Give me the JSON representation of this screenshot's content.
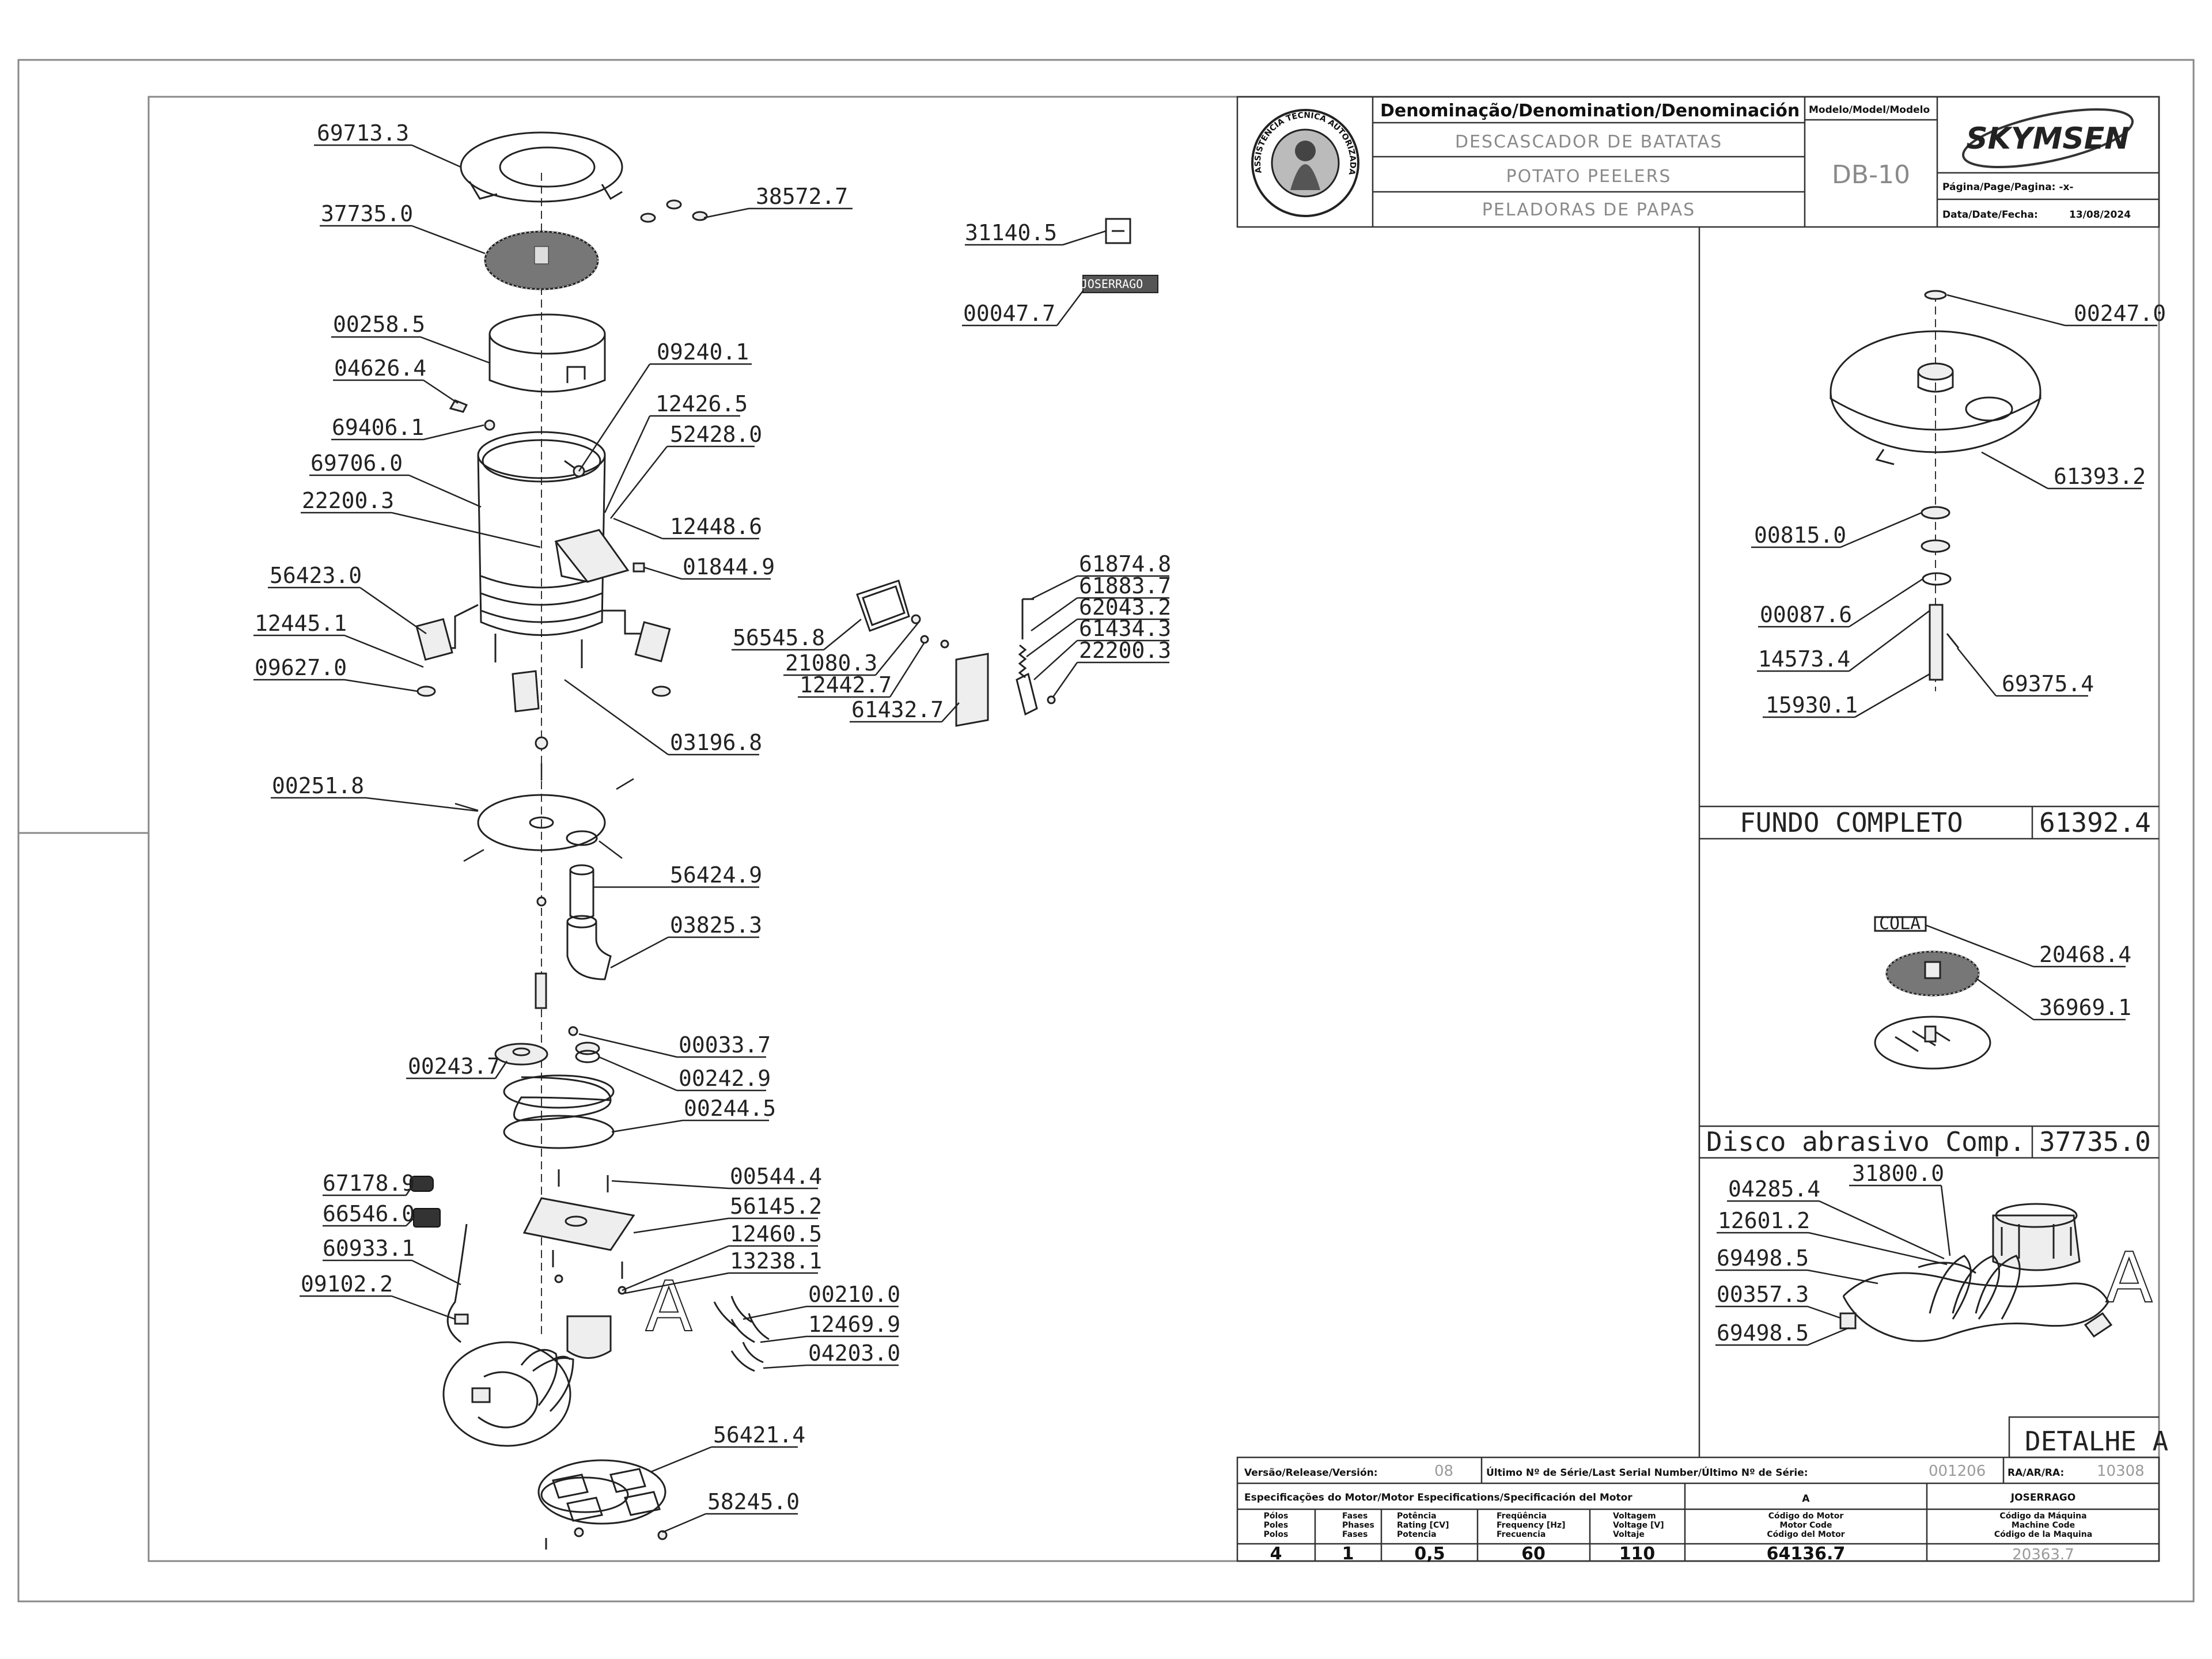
{
  "title_block": {
    "denomination_header": "Denominação/Denomination/Denominación",
    "name_pt": "DESCASCADOR DE BATATAS",
    "name_en": "POTATO PEELERS",
    "name_es": "PELADORAS DE PAPAS",
    "model_header": "Modelo/Model/Modelo",
    "model": "DB-10",
    "brand": "SKYMSEN",
    "page_label": "Página/Page/Pagina: -x-",
    "date_label": "Data/Date/Fecha:",
    "date": "13/08/2024",
    "seal_text": "ASSISTÊNCIA TÉCNICA AUTORIZADA"
  },
  "parts_main": [
    "69713.3",
    "38572.7",
    "37735.0",
    "00258.5",
    "04626.4",
    "09240.1",
    "69406.1",
    "12426.5",
    "52428.0",
    "69706.0",
    "22200.3",
    "12448.6",
    "01844.9",
    "56423.0",
    "12445.1",
    "09627.0",
    "03196.8",
    "00251.8",
    "56424.9",
    "03825.3",
    "00033.7",
    "00243.7",
    "00242.9",
    "00244.5",
    "00544.4",
    "67178.9",
    "56145.2",
    "66546.0",
    "12460.5",
    "60933.1",
    "13238.1",
    "09102.2",
    "00210.0",
    "12469.9",
    "04203.0",
    "56421.4",
    "58245.0"
  ],
  "parts_side": [
    "31140.5",
    "00047.7"
  ],
  "side_label": "JOSERRAGO",
  "parts_cover": [
    "61874.8",
    "61883.7",
    "62043.2",
    "61434.3",
    "56545.8",
    "22200.3",
    "21080.3",
    "12442.7",
    "61432.7"
  ],
  "marker_a": "A",
  "fundo": {
    "parts": [
      "00247.0",
      "61393.2",
      "00815.0",
      "00087.6",
      "14573.4",
      "69375.4",
      "15930.1"
    ],
    "title": "FUNDO COMPLETO",
    "code": "61392.4"
  },
  "disco": {
    "cola": "COLA",
    "parts": [
      "20468.4",
      "36969.1"
    ],
    "title": "Disco abrasivo Comp.",
    "code": "37735.0"
  },
  "detalhe": {
    "parts": [
      "31800.0",
      "04285.4",
      "12601.2",
      "69498.5",
      "00357.3",
      "69498.5"
    ],
    "letter": "A",
    "title": "DETALHE A"
  },
  "bottom_block": {
    "version_label": "Versão/Release/Versión:",
    "version": "08",
    "serial_label": "Último Nº de Série/Last Serial Number/Último Nº de Série:",
    "serial": "001206",
    "ra_label": "RA/AR/RA:",
    "ra": "10308",
    "motor_spec_label": "Especificações do Motor/Motor Especifications/Specificación del Motor",
    "motor_code_letter": "A",
    "machine_name": "JOSERRAGO",
    "headers": {
      "poles": [
        "Pólos",
        "Poles",
        "Polos"
      ],
      "phases": [
        "Fases",
        "Phases",
        "Fases"
      ],
      "power": [
        "Potência",
        "Rating [CV]",
        "Potencia"
      ],
      "freq": [
        "Freqüência",
        "Frequency [Hz]",
        "Frecuencia"
      ],
      "voltage": [
        "Voltagem",
        "Voltage [V]",
        "Voltaje"
      ],
      "motor_code": [
        "Código do Motor",
        "Motor Code",
        "Código del Motor"
      ],
      "machine_code": [
        "Código da Máquina",
        "Machine Code",
        "Código de la Maquina"
      ]
    },
    "values": {
      "poles": "4",
      "phases": "1",
      "power": "0,5",
      "freq": "60",
      "voltage": "110",
      "motor_code": "64136.7",
      "machine_code": "20363.7"
    }
  }
}
